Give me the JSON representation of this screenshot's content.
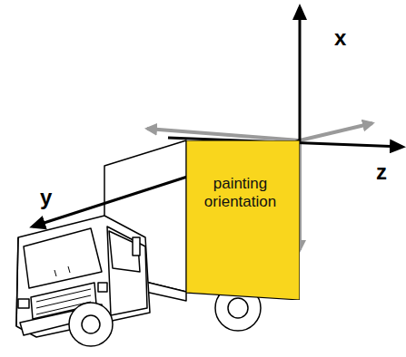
{
  "diagram": {
    "nodes": [
      {
        "text": [
          "painting orientation"
        ]
      }
    ],
    "labels": [
      "x",
      "y",
      "z"
    ]
  }
}
